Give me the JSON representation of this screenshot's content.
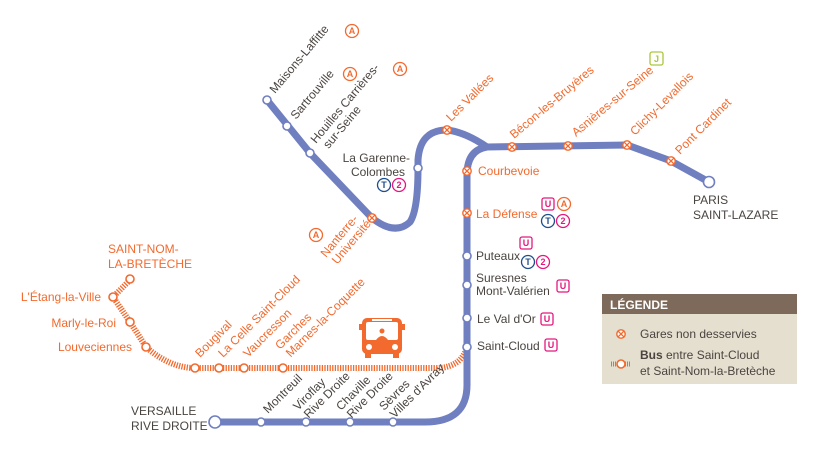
{
  "colors": {
    "line": "#6f7fc0",
    "bus": "#f26a2e",
    "text": "#4a4440",
    "legend_header": "#7d6a5a",
    "legend_body": "#e5dfd0",
    "rer_a": "#f26a2e",
    "tram": "#1f4e8c",
    "tram_2": "#e5177e",
    "line_u": "#e5177e",
    "line_j": "#a9c73d"
  },
  "stations": {
    "maisons": "Maisons-Laffitte",
    "sartrouville": "Sartrouville",
    "houilles1": "Houilles Carrières-",
    "houilles2": "sur-Seine",
    "nanterre1": "Nanterre-",
    "nanterre2": "Université",
    "garenne1": "La Garenne-",
    "garenne2": "Colombes",
    "vallees": "Les Vallées",
    "becon": "Bécon-les-Bruyères",
    "asnieres": "Asnières-sur-Seine",
    "clichy": "Clichy-Levallois",
    "cardinet": "Pont Cardinet",
    "paris1": "PARIS",
    "paris2": "SAINT-LAZARE",
    "courbevoie": "Courbevoie",
    "defense": "La Défense",
    "puteaux": "Puteaux",
    "suresnes1": "Suresnes",
    "suresnes2": "Mont-Valérien",
    "valdor": "Le Val d'Or",
    "stcloud": "Saint-Cloud",
    "sevres1": "Sèvres",
    "sevres2": "Villes d'Avray",
    "chaville1": "Chaville",
    "chaville2": "Rive Droite",
    "viroflay1": "Viroflay",
    "viroflay2": "Rive Droite",
    "montreuil": "Montreuil",
    "versailles1": "VERSAILLE",
    "versailles2": "RIVE DROITE",
    "stnom1": "SAINT-NOM-",
    "stnom2": "LA-BRETÈCHE",
    "etang": "L'Étang-la-Ville",
    "marly": "Marly-le-Roi",
    "louveciennes": "Louveciennes",
    "bougival": "Bougival",
    "celle": "La Celle Saint-Cloud",
    "vaucresson": "Vaucresson",
    "garches1": "Garches",
    "garches2": "Marnes-la-Coquette"
  },
  "badges": {
    "a": "A",
    "t": "T",
    "two": "2",
    "u": "U",
    "j": "J"
  },
  "legend": {
    "title": "LÉGENDE",
    "item1": "Gares non desservies",
    "item2_bold": "Bus",
    "item2_rest": " entre Saint-Cloud",
    "item2_line2": "et Saint-Nom-la-Bretèche"
  }
}
